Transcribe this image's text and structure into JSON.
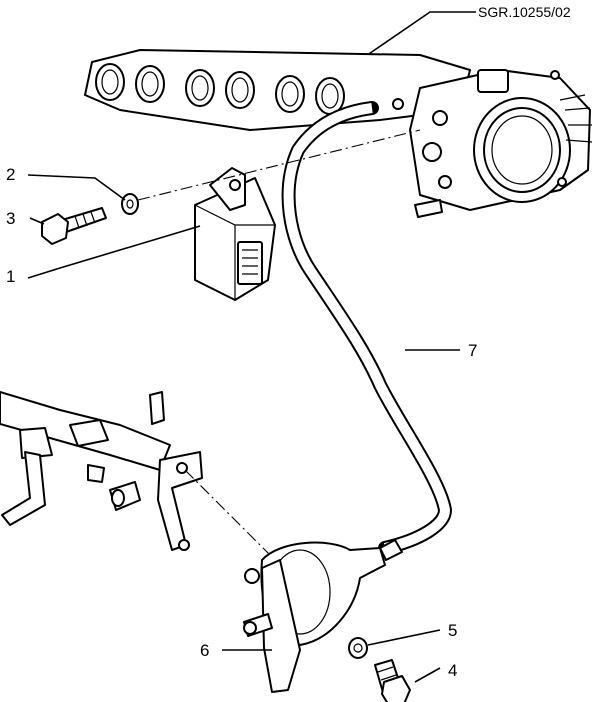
{
  "reference_code": "SGR.10255/02",
  "callouts": {
    "c1": "1",
    "c2": "2",
    "c3": "3",
    "c4": "4",
    "c5": "5",
    "c6": "6",
    "c7": "7"
  },
  "colors": {
    "ink": "#000000",
    "paper": "#ffffff"
  }
}
